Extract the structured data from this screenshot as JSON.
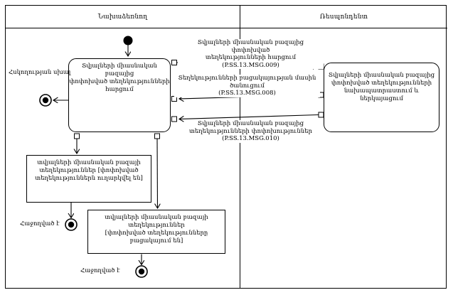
{
  "header": {
    "left_lane": "Նախաձեռնող",
    "right_lane": "Ռեսպոնդենտ"
  },
  "activities": {
    "request": {
      "lines": [
        "Տվյալների միասնական բազայից",
        "փոփոխված տեղեկությունների",
        "հարցում"
      ]
    },
    "prepare": {
      "lines": [
        "Տվյալների միասնական բազայից",
        "փոփոխված տեղեկությունների",
        "նախապատրաստում և ներկայացում"
      ]
    }
  },
  "objects": {
    "sent": {
      "lines": [
        "տվյալների միասնական բազայի",
        "տեղեկություններ [փոփոխված",
        "տեղեկություններն ուղարկվել են]"
      ]
    },
    "absent": {
      "lines": [
        "տվյալների միասնական բազայի",
        "տեղեկություններ",
        "[փոփոխված տեղեկությունները",
        "բացակայում են]"
      ]
    }
  },
  "flows": {
    "msg009": {
      "lines": [
        "Տվյալների միասնական բազայից փոփոխված",
        "տեղեկությունների հարցում (P.SS.13.MSG.009)"
      ]
    },
    "msg008": {
      "lines": [
        "Տեղեկությունների բացակայության մասին ծանուցում",
        "(P.SS.13.MSG.008)"
      ]
    },
    "msg010": {
      "lines": [
        "Տվյալների միասնական բազայից",
        "տեղեկությունների փոփոխություններ",
        "(P.SS.13.MSG.010)"
      ]
    }
  },
  "annotations": {
    "control_error": "Հսկողության սխալ",
    "succeeded_left": "Հաջողված է",
    "succeeded_bottom": "Հաջողված է"
  },
  "colors": {
    "ink": "#000000",
    "background": "#ffffff"
  }
}
